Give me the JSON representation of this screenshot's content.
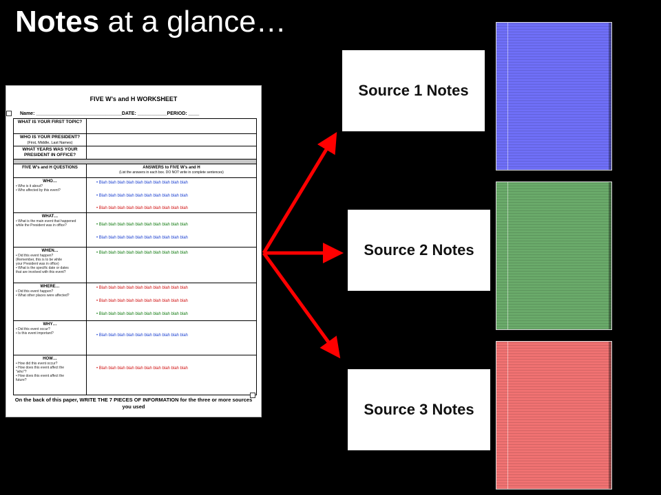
{
  "title": {
    "bold": "Notes",
    "rest": " at a glance…"
  },
  "worksheet": {
    "title": "FIVE W’s and H WORKSHEET",
    "name_line": "Name: ________________________________DATE: ___________PERIOD: ____",
    "top_rows": [
      {
        "label": "WHAT IS YOUR FIRST TOPIC?",
        "sub": ""
      },
      {
        "label": "WHO IS YOUR PRESIDENT?",
        "sub": "(First, Middle, Last Names)"
      },
      {
        "label": "WHAT YEARS WAS YOUR PRESIDENT IN OFFICE?",
        "sub": ""
      }
    ],
    "col_left": "FIVE W’s and H QUESTIONS",
    "col_right": "ANSWERS to FIVE W’s and H",
    "col_right_sub": "(List the answers in each box. DO NOT write in complete sentences)",
    "answer_text": "Blah blah blah blah blah blah blah blah blah blah",
    "sections": [
      {
        "head": "WHO…",
        "q": "• Who is it about?\n• Who affected by this event?"
      },
      {
        "head": "WHAT…",
        "q": "• What is the main event that happened\n  while the President was in office?"
      },
      {
        "head": "WHEN…",
        "q": "• Did this event happen?\n  (Remember, this is to be while\n  your President was in office)\n• What is the specific date or dates\n  that are involved with this event?"
      },
      {
        "head": "WHERE…",
        "q": "• Did this event happen?\n• What other places were affected?"
      },
      {
        "head": "WHY…",
        "q": "• Did this event occur?\n• Is this event important?"
      },
      {
        "head": "HOW…",
        "q": "• How did this event occur?\n• How does this event affect the\n  \"who\"?\n• How does this event affect the\n  future?"
      }
    ],
    "footer": "On the back of this paper, WRITE THE 7 PIECES OF INFORMATION for the three or more sources you used"
  },
  "sources": [
    {
      "label": "Source 1 Notes",
      "color": "#6f6ff7"
    },
    {
      "label": "Source 2 Notes",
      "color": "#6aaa6a"
    },
    {
      "label": "Source 3 Notes",
      "color": "#f07272"
    }
  ],
  "arrow_color": "#ff0000",
  "answer_colors": {
    "blue": "#1a3fd0",
    "red": "#d01010",
    "green": "#107a10"
  }
}
